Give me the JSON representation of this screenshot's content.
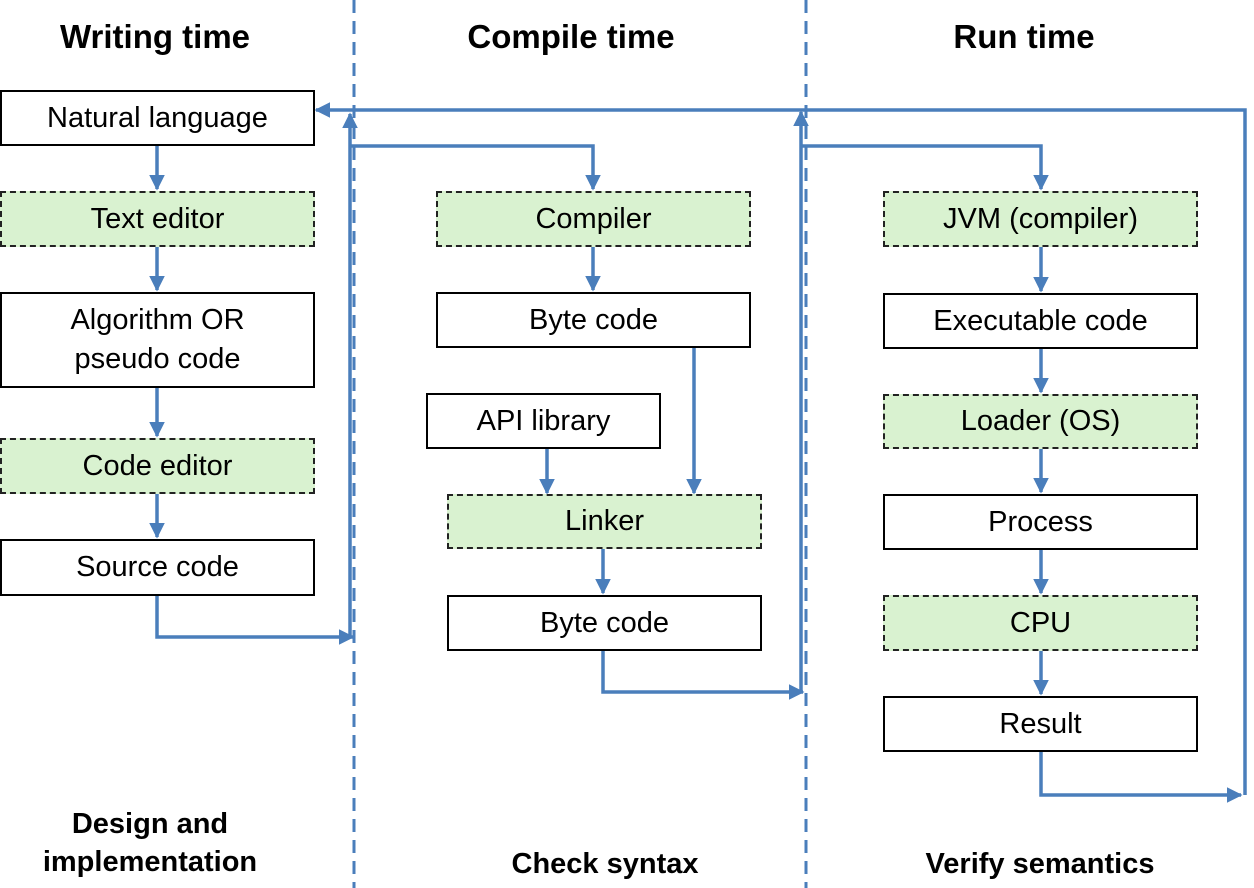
{
  "columns": {
    "writing": {
      "heading": "Writing time",
      "footer": "Design and implementation"
    },
    "compile": {
      "heading": "Compile time",
      "footer": "Check syntax"
    },
    "run": {
      "heading": "Run time",
      "footer": "Verify semantics"
    }
  },
  "nodes": {
    "natural_language": "Natural language",
    "text_editor": "Text editor",
    "algorithm": "Algorithm OR pseudo code",
    "code_editor": "Code editor",
    "source_code": "Source code",
    "compiler": "Compiler",
    "byte_code_1": "Byte code",
    "api_library": "API library",
    "linker": "Linker",
    "byte_code_2": "Byte code",
    "jvm": "JVM (compiler)",
    "executable_code": "Executable code",
    "loader": "Loader (OS)",
    "process": "Process",
    "cpu": "CPU",
    "result": "Result"
  },
  "colors": {
    "arrow": "#4a7ebb",
    "tool_fill": "#d9f2d0",
    "plain_fill": "#ffffff",
    "border": "#000000"
  }
}
